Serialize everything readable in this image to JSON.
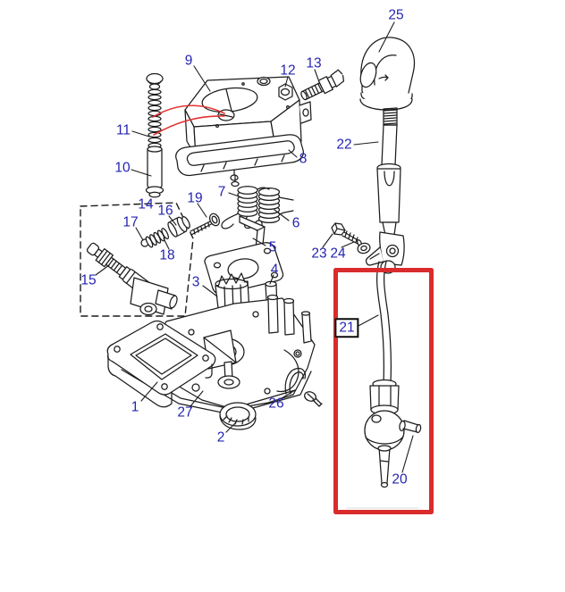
{
  "diagram": {
    "type": "exploded-parts-diagram",
    "background_color": "#ffffff",
    "line_color": "#1c1c1c",
    "label_color": "#2424b2",
    "highlight_color": "#d92b2b",
    "pointer_line_color": "#e23434",
    "highlighted_part": "21",
    "part_numbers_shown": [
      "1",
      "2",
      "3",
      "4",
      "5",
      "6",
      "7",
      "8",
      "9",
      "10",
      "11",
      "12",
      "13",
      "14",
      "15",
      "16",
      "17",
      "18",
      "19",
      "20",
      "21",
      "22",
      "23",
      "24",
      "25",
      "26",
      "27"
    ]
  },
  "callouts": {
    "c1": {
      "label": "1"
    },
    "c2": {
      "label": "2"
    },
    "c3": {
      "label": "3"
    },
    "c4": {
      "label": "4"
    },
    "c5": {
      "label": "5"
    },
    "c6": {
      "label": "6"
    },
    "c7": {
      "label": "7"
    },
    "c8": {
      "label": "8"
    },
    "c9": {
      "label": "9"
    },
    "c10": {
      "label": "10"
    },
    "c11": {
      "label": "11"
    },
    "c12": {
      "label": "12"
    },
    "c13": {
      "label": "13"
    },
    "c14": {
      "label": "14"
    },
    "c15": {
      "label": "15"
    },
    "c16": {
      "label": "16"
    },
    "c17": {
      "label": "17"
    },
    "c18": {
      "label": "18"
    },
    "c19": {
      "label": "19"
    },
    "c20": {
      "label": "20"
    },
    "c21": {
      "label": "21"
    },
    "c22": {
      "label": "22"
    },
    "c23": {
      "label": "23"
    },
    "c24": {
      "label": "24"
    },
    "c25": {
      "label": "25"
    },
    "c26": {
      "label": "26"
    },
    "c27": {
      "label": "27"
    }
  }
}
